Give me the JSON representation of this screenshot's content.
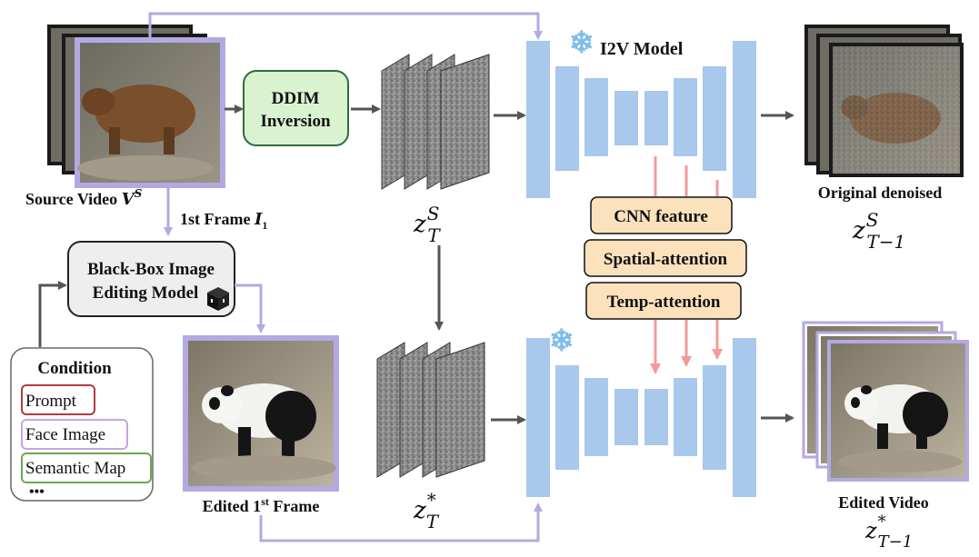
{
  "source": {
    "label": "Source Video ",
    "symbol": "V",
    "superscript": "S"
  },
  "first_frame": {
    "label": "1st Frame ",
    "symbol": "I",
    "subscript": "1"
  },
  "ddim": {
    "line1": "DDIM",
    "line2": "Inversion"
  },
  "black_box": {
    "line1": "Black-Box Image",
    "line2": "Editing Model"
  },
  "condition": {
    "title": "Condition",
    "items": [
      "Prompt",
      "Face Image",
      "Semantic Map"
    ],
    "more": "•••"
  },
  "edited_frame": {
    "label_pre": "Edited 1",
    "label_sup": "st",
    "label_post": " Frame"
  },
  "latent_source": {
    "base": "z",
    "sup": "S",
    "sub": "T"
  },
  "latent_edit": {
    "base": "z",
    "sup": "*",
    "sub": "T"
  },
  "i2v": {
    "label": "I2V Model"
  },
  "features": [
    "CNN feature",
    "Spatial-attention",
    "Temp-attention"
  ],
  "output_original": {
    "label": "Original denoised",
    "base": "z",
    "sup": "S",
    "sub": "T−1"
  },
  "output_edited": {
    "label": "Edited Video",
    "base": "z",
    "sup": "*",
    "sub": "T−1"
  },
  "colors": {
    "frame_border": "#b3a9e2",
    "ddim_fill": "#d9f2d0",
    "ddim_border": "#2e6b3a",
    "unet_block": "#a8c8ec",
    "feature_fill": "#fbe2bd",
    "injection_arrow": "#f49a9a",
    "prompt_border": "#b33a3a",
    "face_border": "#c9a3e3",
    "semantic_border": "#6aa84f",
    "snowflake": "#7fbde9"
  }
}
